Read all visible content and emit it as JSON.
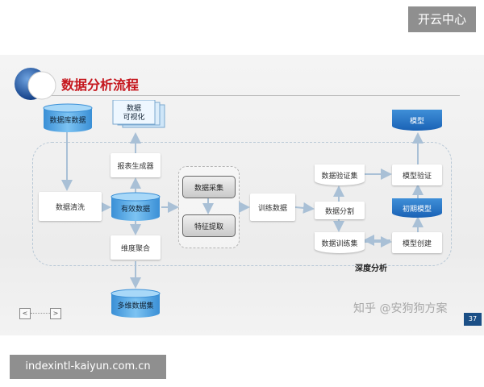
{
  "header": {
    "badge": "开云中心"
  },
  "slide": {
    "title": "数据分析流程",
    "page_number": "37",
    "nav": {
      "prev": "<",
      "next": ">"
    },
    "watermark": "知乎 @安狗狗方案"
  },
  "diagram": {
    "nodes": {
      "database": "数据库数据",
      "viz_line1": "数据",
      "viz_line2": "可视化",
      "report": "报表生成器",
      "cleaning": "数据清洗",
      "valid_data": "有效数据",
      "dimension": "维度聚合",
      "multi_data": "多维数据集",
      "collection": "数据采集",
      "feature": "特征提取",
      "training_data": "训练数据",
      "validation_set": "数据验证集",
      "split": "数据分割",
      "training_set": "数据训练集",
      "model_validate": "模型验证",
      "model_create": "模型创建",
      "model": "模型",
      "initial_model": "初期模型"
    },
    "region_label": "深度分析"
  },
  "footer": {
    "url": "indexintl-kaiyun.com.cn"
  },
  "colors": {
    "title": "#c5161d",
    "accent_blue": "#1a62b5",
    "cylinder": "#5aaee8"
  }
}
